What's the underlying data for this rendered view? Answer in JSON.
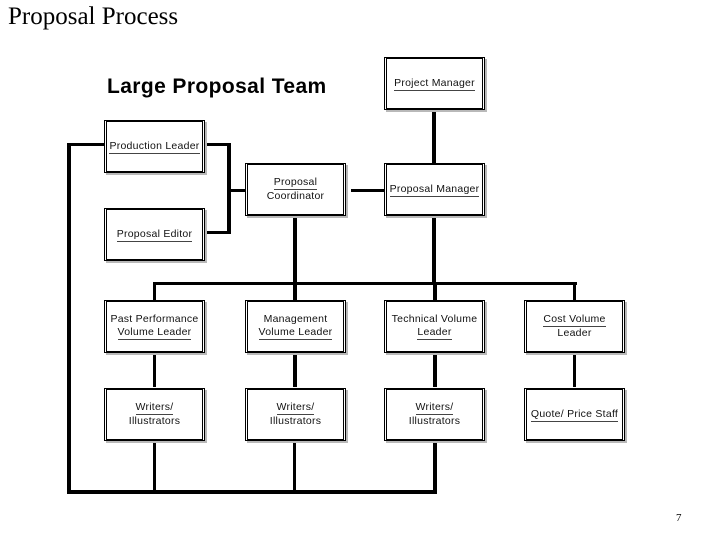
{
  "slide": {
    "title": "Proposal Process",
    "page_number": "7",
    "chart_heading": "Large Proposal Team"
  },
  "org_chart": {
    "nodes": [
      {
        "id": "project-manager",
        "lines": [
          "Project Manager"
        ],
        "rule_after": 0
      },
      {
        "id": "production-leader",
        "lines": [
          "Production Leader"
        ],
        "rule_after": 0
      },
      {
        "id": "proposal-editor",
        "lines": [
          "Proposal Editor"
        ],
        "rule_after": 0
      },
      {
        "id": "proposal-coordinator",
        "lines": [
          "Proposal",
          "Coordinator"
        ],
        "rule_after": 0
      },
      {
        "id": "proposal-manager",
        "lines": [
          "Proposal Manager"
        ],
        "rule_after": 0
      },
      {
        "id": "past-performance-volume-leader",
        "lines": [
          "Past Performance",
          "Volume Leader"
        ],
        "rule_after": 1
      },
      {
        "id": "management-volume-leader",
        "lines": [
          "Management",
          "Volume Leader"
        ],
        "rule_after": 1
      },
      {
        "id": "technical-volume-leader",
        "lines": [
          "Technical Volume",
          "Leader"
        ],
        "rule_after": 1
      },
      {
        "id": "cost-volume-leader",
        "lines": [
          "Cost Volume",
          "Leader"
        ],
        "rule_after": 0
      },
      {
        "id": "writers-illustrators-1",
        "lines": [
          "Writers/",
          "Illustrators"
        ],
        "rule_after": 0
      },
      {
        "id": "writers-illustrators-2",
        "lines": [
          "Writers/",
          "Illustrators"
        ],
        "rule_after": 0
      },
      {
        "id": "writers-illustrators-3",
        "lines": [
          "Writers/",
          "Illustrators"
        ],
        "rule_after": 0
      },
      {
        "id": "quote-price-staff",
        "lines": [
          "Quote/ Price Staff"
        ],
        "rule_after": 0
      }
    ],
    "labels": {
      "project_manager": "Project Manager",
      "production_leader": "Production Leader",
      "proposal_editor": "Proposal Editor",
      "proposal_coordinator_line1": "Proposal",
      "proposal_coordinator_line2": "Coordinator",
      "proposal_manager": "Proposal Manager",
      "past_performance_line1": "Past Performance",
      "past_performance_line2": "Volume Leader",
      "management_line1": "Management",
      "management_line2": "Volume Leader",
      "technical_line1": "Technical Volume",
      "technical_line2": "Leader",
      "cost_line1": "Cost Volume",
      "cost_line2": "Leader",
      "writers_line1": "Writers/",
      "writers_line2": "Illustrators",
      "quote_price_staff": "Quote/ Price Staff"
    }
  },
  "colors": {
    "background": "#ffffff",
    "text": "#000000",
    "box_border": "#000000",
    "box_shadow": "#b9b9b9",
    "connector": "#000000"
  }
}
